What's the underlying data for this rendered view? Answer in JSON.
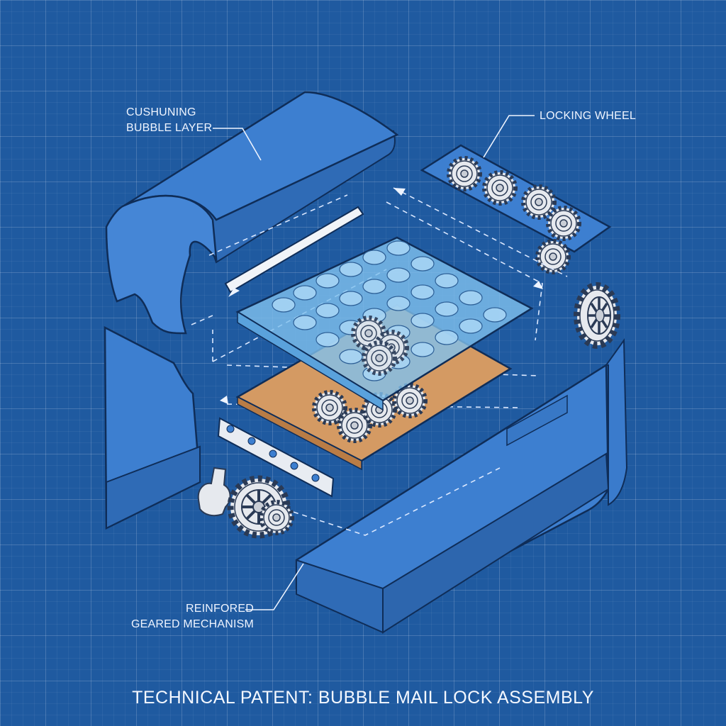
{
  "title": "TECHNICAL PATENT: BUBBLE MAIL LOCK ASSEMBLY",
  "callouts": {
    "cushion": [
      "CUSHUNING",
      "BUBBLE LAYER"
    ],
    "locking": "LOCKING WHEEL",
    "geared": [
      "REINFORED",
      "GEARED MECHANISM"
    ]
  },
  "colors": {
    "background": "#1f5aa0",
    "panel": "#3d7fd0",
    "line": "#0f2d58",
    "bubble_sheet": "#7fc0ee",
    "pad": "#d49a63",
    "metal": "#e6e9ee",
    "annotation": "#eef4ff"
  }
}
